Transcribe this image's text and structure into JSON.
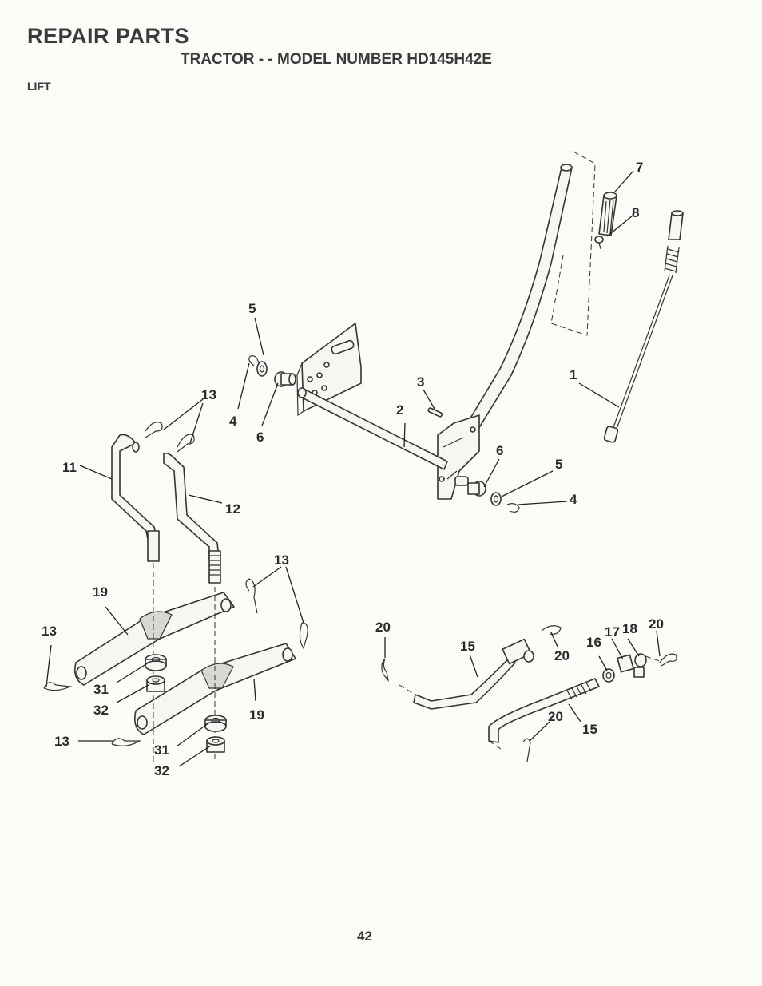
{
  "header": {
    "title": "REPAIR PARTS",
    "subtitle": "TRACTOR - - MODEL NUMBER HD145H42E",
    "section": "LIFT"
  },
  "callouts": {
    "c1": "1",
    "c2": "2",
    "c3": "3",
    "c4a": "4",
    "c4b": "4",
    "c5a": "5",
    "c5b": "5",
    "c6a": "6",
    "c6b": "6",
    "c7": "7",
    "c8": "8",
    "c11": "11",
    "c12": "12",
    "c13a": "13",
    "c13b": "13",
    "c13c": "13",
    "c13d": "13",
    "c15a": "15",
    "c15b": "15",
    "c16": "16",
    "c17": "17",
    "c18": "18",
    "c19a": "19",
    "c19b": "19",
    "c20a": "20",
    "c20b": "20",
    "c20c": "20",
    "c20d": "20",
    "c31a": "31",
    "c31b": "31",
    "c32a": "32",
    "c32b": "32"
  },
  "footer": {
    "page_number": "42"
  }
}
